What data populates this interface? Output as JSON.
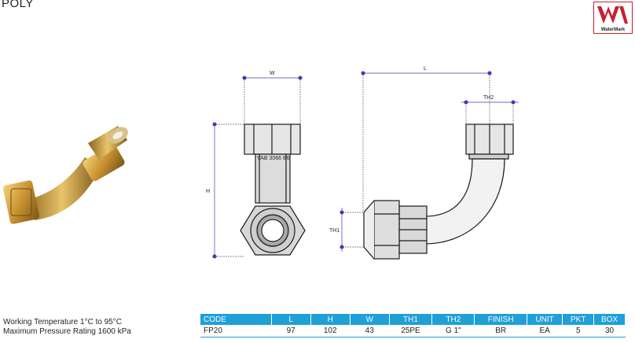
{
  "header": {
    "title": "POLY"
  },
  "logo": {
    "text": "WaterMark",
    "color": "#c8202f"
  },
  "specs": [
    "Working Temperature 1°C to 95°C",
    "Maximum Pressure Rating  1600 kPa"
  ],
  "dimension_labels": {
    "w": "W",
    "h": "H",
    "l": "L",
    "th1": "TH1",
    "th2": "TH2"
  },
  "body_stamp": "VAB 3066 B6",
  "table": {
    "header_color": "#1fa0d8",
    "headers": [
      "CODE",
      "L",
      "H",
      "W",
      "TH1",
      "TH2",
      "FINISH",
      "UNIT",
      "PKT",
      "BOX"
    ],
    "rows": [
      [
        "FP20",
        "97",
        "102",
        "43",
        "25PE",
        "G 1\"",
        "BR",
        "EA",
        "5",
        "30"
      ]
    ]
  }
}
